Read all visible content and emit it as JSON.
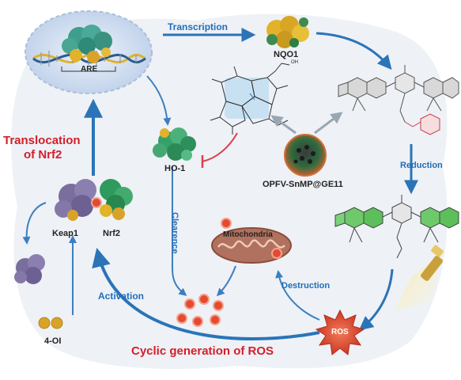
{
  "labels": {
    "are": "ARE",
    "transcription": "Transcription",
    "nqo1": "NQO1",
    "translocation_line1": "Translocation",
    "translocation_line2": "of Nrf2",
    "ho1": "HO-1",
    "opfv_snmp": "OPFV-SnMP@GE11",
    "reduction": "Reduction",
    "keap1": "Keap1",
    "nrf2": "Nrf2",
    "clearance": "Clearence",
    "mitochondria": "Mitochondria",
    "destruction": "Destruction",
    "activation": "Activation",
    "four_oi": "4-OI",
    "ros": "ROS",
    "cyclic": "Cyclic generation of ROS",
    "cooh": "OH"
  },
  "colors": {
    "blue_arrow": "#2b74b8",
    "red_text": "#d21f2a",
    "teal_protein": "#3f9e8c",
    "green_protein": "#2f9a5d",
    "yellow_protein": "#e1b22a",
    "purple_protein": "#7a6e9e",
    "ros_red": "#e34a33",
    "nucleus_fill": "#c9d9ee",
    "mito_brown": "#b0725e",
    "gold": "#d9a32a"
  },
  "icons": [
    "dna-helix-icon",
    "protein-icon",
    "molecule-icon",
    "nanoparticle-icon",
    "mitochondria-icon",
    "flashlight-icon",
    "ros-burst-icon"
  ]
}
